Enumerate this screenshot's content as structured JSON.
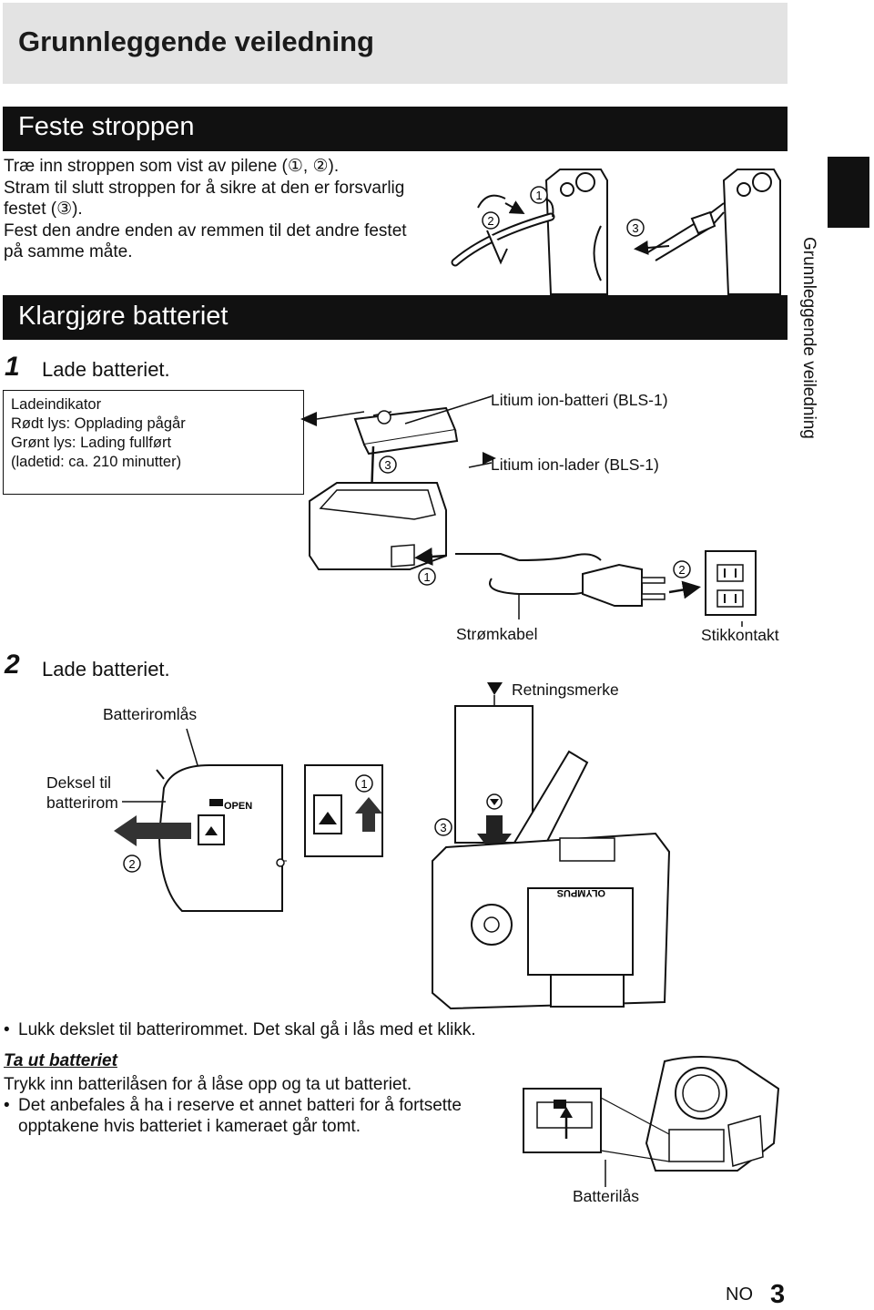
{
  "header": {
    "title": "Grunnleggende veiledning"
  },
  "side_tab": {
    "label": "Grunnleggende veiledning"
  },
  "strap": {
    "heading": "Feste stroppen",
    "lines": [
      "Træ inn stroppen som vist av pilene (①, ②).",
      "Stram til slutt stroppen for å sikre at den er forsvarlig",
      "festet (③).",
      "Fest den andre enden av remmen til det andre festet",
      "på samme måte."
    ],
    "figure_marks": [
      "1",
      "2",
      "3"
    ]
  },
  "battery": {
    "heading": "Klargjøre batteriet",
    "step1": {
      "num": "1",
      "title": "Lade batteriet.",
      "indicator": [
        "Ladeindikator",
        "Rødt lys: Opplading pågår",
        "Grønt lys: Lading fullført",
        "(ladetid: ca. 210 minutter)"
      ],
      "battery_label": "Litium ion-batteri (BLS-1)",
      "charger_label": "Litium ion-lader (BLS-1)",
      "cable_label": "Strømkabel",
      "outlet_label": "Stikkontakt",
      "marks": [
        "1",
        "2",
        "3"
      ]
    },
    "step2": {
      "num": "2",
      "title": "Lade batteriet.",
      "lock_label": "Batteriromlås",
      "cover_label_1": "Deksel til",
      "cover_label_2": "batterirom",
      "open_label": "OPEN",
      "direction_label": "Retningsmerke",
      "brand": "OLYMPUS",
      "marks": [
        "1",
        "2",
        "3"
      ]
    },
    "close_note": "Lukk dekslet til batterirommet. Det skal gå i lås med et klikk.",
    "remove": {
      "heading": "Ta ut batteriet",
      "text": "Trykk inn batterilåsen for å låse opp og ta ut batteriet.",
      "bullet_1": "Det anbefales å ha i reserve et annet batteri for å fortsette",
      "bullet_2": "opptakene hvis batteriet i kameraet går tomt.",
      "latch_label": "Batterilås"
    }
  },
  "footer": {
    "lang": "NO",
    "page": "3"
  }
}
